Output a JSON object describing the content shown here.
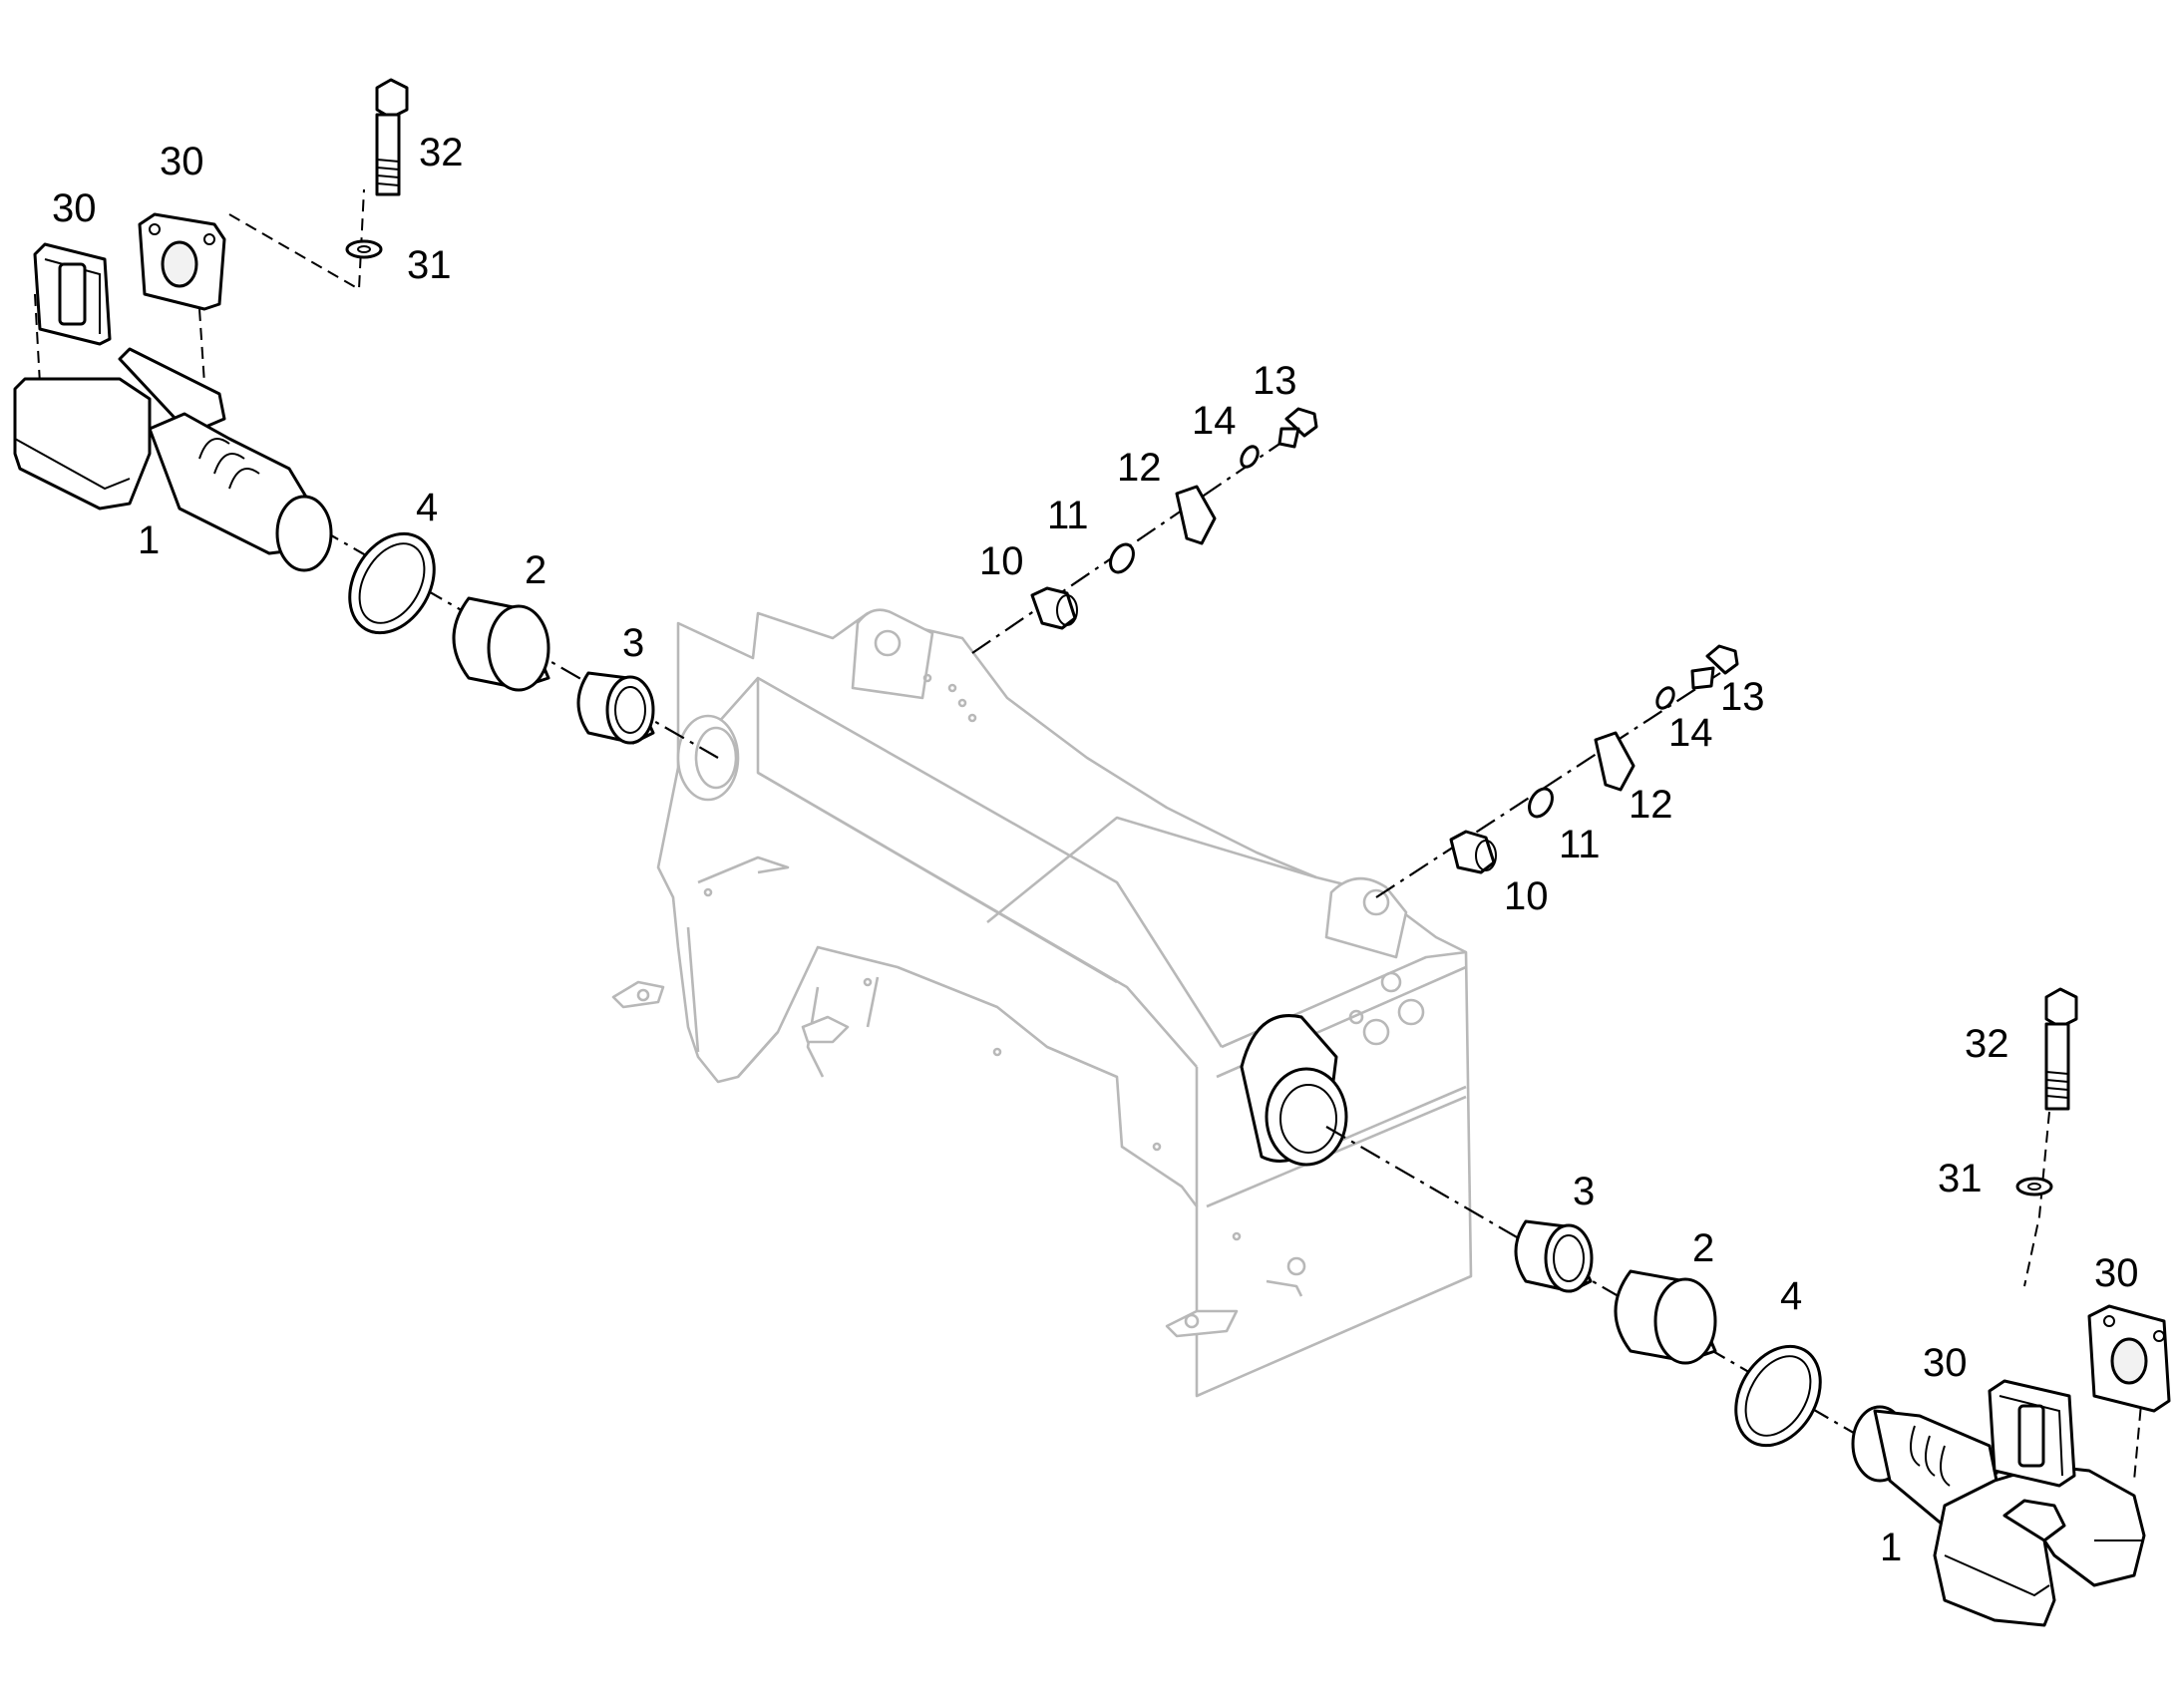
{
  "callouts": {
    "left": {
      "p1": "1",
      "p2": "2",
      "p3": "3",
      "p4": "4",
      "p30a": "30",
      "p30b": "30",
      "p31": "31",
      "p32": "32",
      "p10": "10",
      "p11": "11",
      "p12": "12",
      "p13": "13",
      "p14": "14"
    },
    "right": {
      "p1": "1",
      "p2": "2",
      "p3": "3",
      "p4": "4",
      "p30a": "30",
      "p30b": "30",
      "p31": "31",
      "p32": "32",
      "p10": "10",
      "p11": "11",
      "p12": "12",
      "p13": "13",
      "p14": "14"
    }
  },
  "colors": {
    "line": "#000000",
    "frame": "#b8b8b8",
    "background": "#ffffff"
  }
}
